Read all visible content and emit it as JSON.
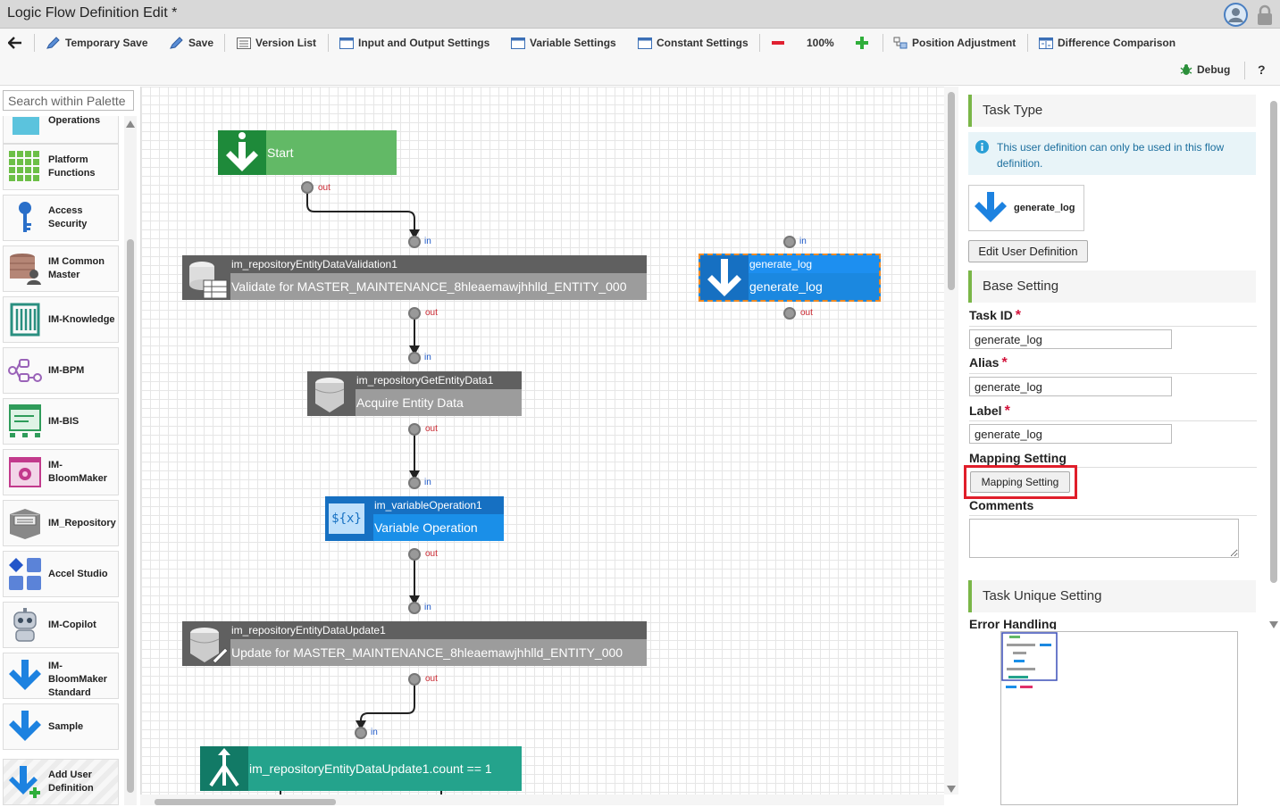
{
  "window": {
    "title": "Logic Flow Definition Edit  *"
  },
  "toolbar": {
    "back_label": "",
    "temporary_save": "Temporary Save",
    "save": "Save",
    "version_list": "Version List",
    "io_settings": "Input and Output Settings",
    "variable_settings": "Variable Settings",
    "constant_settings": "Constant Settings",
    "zoom": "100%",
    "position_adjustment": "Position Adjustment",
    "difference_comparison": "Difference Comparison",
    "debug": "Debug",
    "help": "?"
  },
  "palette": {
    "search_placeholder": "Search within Palette",
    "items": [
      {
        "label": "Operations",
        "icon": "operations-icon"
      },
      {
        "label": "Platform Functions",
        "icon": "platform-functions-icon"
      },
      {
        "label": "Access Security",
        "icon": "key-icon"
      },
      {
        "label": "IM Common Master",
        "icon": "common-master-icon"
      },
      {
        "label": "IM-Knowledge",
        "icon": "knowledge-icon"
      },
      {
        "label": "IM-BPM",
        "icon": "bpm-icon"
      },
      {
        "label": "IM-BIS",
        "icon": "bis-icon"
      },
      {
        "label": "IM-BloomMaker",
        "icon": "bloommaker-icon"
      },
      {
        "label": "IM_Repository",
        "icon": "repository-icon"
      },
      {
        "label": "Accel Studio",
        "icon": "accel-studio-icon"
      },
      {
        "label": "IM-Copilot",
        "icon": "robot-icon"
      },
      {
        "label": "IM-BloomMaker Standard",
        "icon": "arrow-down-icon"
      },
      {
        "label": "Sample",
        "icon": "arrow-down-icon"
      },
      {
        "label": "Add User Definition",
        "icon": "add-user-definition-icon"
      }
    ]
  },
  "flow": {
    "port_in": "in",
    "port_out": "out",
    "start": {
      "label": "Start"
    },
    "tasks": [
      {
        "id": "validation",
        "name": "im_repositoryEntityDataValidation1",
        "label": "Validate for MASTER_MAINTENANCE_8hleaemawjhhlld_ENTITY_000"
      },
      {
        "id": "getentity",
        "name": "im_repositoryGetEntityData1",
        "label": "Acquire Entity Data"
      },
      {
        "id": "variable",
        "name": "im_variableOperation1",
        "label": "Variable Operation"
      },
      {
        "id": "update",
        "name": "im_repositoryEntityDataUpdate1",
        "label": "Update for MASTER_MAINTENANCE_8hleaemawjhhlld_ENTITY_000"
      },
      {
        "id": "generatelog",
        "name": "generate_log",
        "label": "generate_log"
      }
    ],
    "condition": {
      "label": "im_repositoryEntityDataUpdate1.count == 1"
    },
    "variable_icon_text": "${x}"
  },
  "right_panel": {
    "task_type_header": "Task Type",
    "info_text": "This user definition can only be used in this flow definition.",
    "definition_name": "generate_log",
    "edit_user_definition": "Edit User Definition",
    "base_setting_header": "Base Setting",
    "task_id_label": "Task ID",
    "task_id_value": "generate_log",
    "alias_label": "Alias",
    "alias_value": "generate_log",
    "label_label": "Label",
    "label_value": "generate_log",
    "required_mark": "*",
    "mapping_setting_label": "Mapping Setting",
    "mapping_setting_button": "Mapping Setting",
    "comments_label": "Comments",
    "comments_value": "",
    "task_unique_header": "Task Unique Setting",
    "error_handling_label": "Error Handling"
  },
  "colors": {
    "start": "#62b966",
    "start_icon": "#1e8a3a",
    "repository": "#9c9c9c",
    "repository_dark": "#606060",
    "variable": "#1a8fe8",
    "variable_icon": "#1670c2",
    "selected": "#1b88e0",
    "selected_border": "#f08a24",
    "condition": "#24a38c",
    "condition_icon": "#127a66",
    "highlight": "#e01e2a",
    "accent": "#7ab648"
  }
}
